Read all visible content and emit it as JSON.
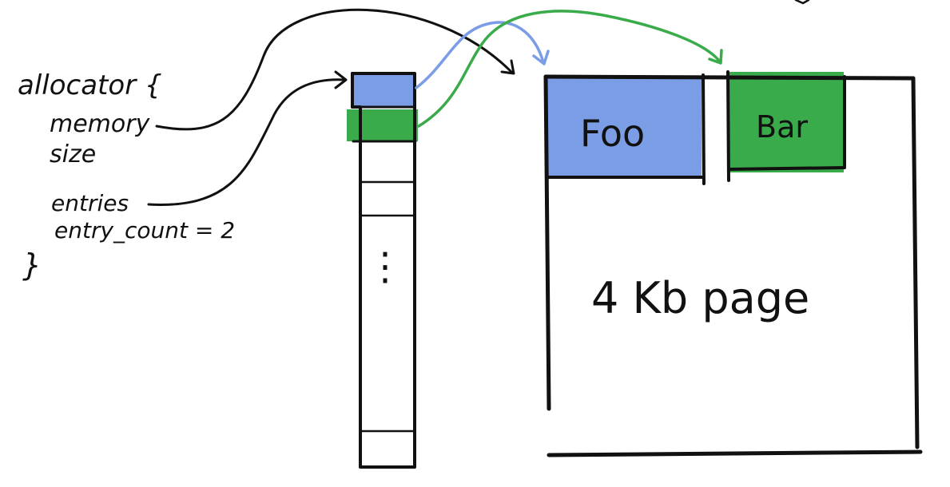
{
  "code": {
    "open_line": "allocator {",
    "field_memory": "memory",
    "field_size": "size",
    "field_entries": "entries",
    "field_entry_count": "entry_count = 2",
    "close_brace": "}"
  },
  "table": {
    "ellipsis": "⋮"
  },
  "page": {
    "label": "4 Kb page",
    "foo_label": "Foo",
    "bar_label": "Bar"
  },
  "colors": {
    "foo_fill": "#7b9de6",
    "bar_fill": "#3aab4a",
    "blue_arrow": "#7b9de6",
    "green_arrow": "#3aab4a",
    "ink": "#111111"
  }
}
